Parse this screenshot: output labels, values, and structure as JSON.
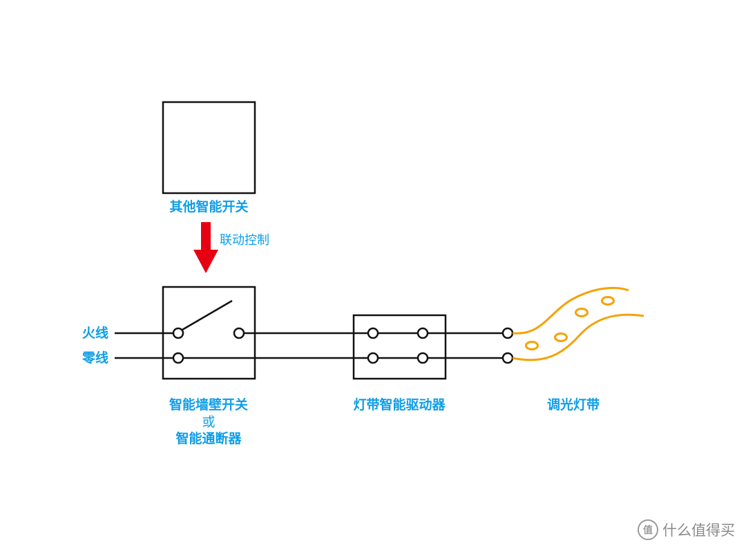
{
  "labels": {
    "other_switch": "其他智能开关",
    "linkage": "联动控制",
    "live_wire": "火线",
    "neutral_wire": "零线",
    "wall_switch_line1": "智能墙壁开关",
    "wall_switch_line2": "或",
    "wall_switch_line3": "智能通断器",
    "driver": "灯带智能驱动器",
    "strip": "调光灯带"
  },
  "watermark": {
    "text": "什么值得买",
    "logo_text": "值"
  },
  "colors": {
    "label_blue": "#0e9ee8",
    "arrow_red": "#e60012",
    "strip_orange": "#f5a200",
    "line_black": "#111111"
  }
}
